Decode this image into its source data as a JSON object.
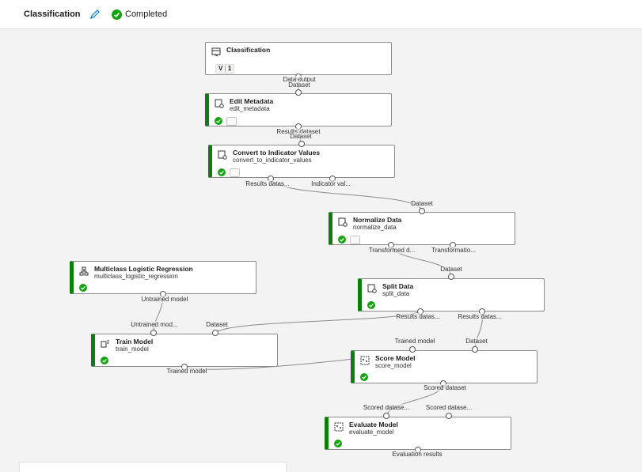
{
  "header": {
    "title": "Classification",
    "status": "Completed"
  },
  "nodes": {
    "classification": {
      "title": "Classification",
      "version_prefix": "V",
      "version": "1"
    },
    "edit_metadata": {
      "title": "Edit Metadata",
      "sub": "edit_metadata"
    },
    "convert": {
      "title": "Convert to Indicator Values",
      "sub": "convert_to_indicator_values"
    },
    "normalize": {
      "title": "Normalize Data",
      "sub": "normalize_data"
    },
    "mlr": {
      "title": "Multiclass Logistic Regression",
      "sub": "multiclass_logistic_regression"
    },
    "split": {
      "title": "Split Data",
      "sub": "split_data"
    },
    "train": {
      "title": "Train Model",
      "sub": "train_model"
    },
    "score": {
      "title": "Score Model",
      "sub": "score_model"
    },
    "evaluate": {
      "title": "Evaluate Model",
      "sub": "evaluate_model"
    }
  },
  "ports": {
    "data_output": "Data output",
    "dataset": "Dataset",
    "results_dataset": "Results dataset",
    "results_datas": "Results datas...",
    "indicator_val": "Indicator val...",
    "transformed_d": "Transformed d...",
    "transformatio": "Transformatio...",
    "untrained_model": "Untrained model",
    "untrained_mod": "Untrained mod...",
    "trained_model": "Trained model",
    "scored_dataset": "Scored dataset",
    "scored_datase": "Scored datase...",
    "evaluation_results": "Evaluation results"
  },
  "colors": {
    "success": "#13a10e",
    "node_accent": "#107c10",
    "wire": "#8a8a8a"
  }
}
